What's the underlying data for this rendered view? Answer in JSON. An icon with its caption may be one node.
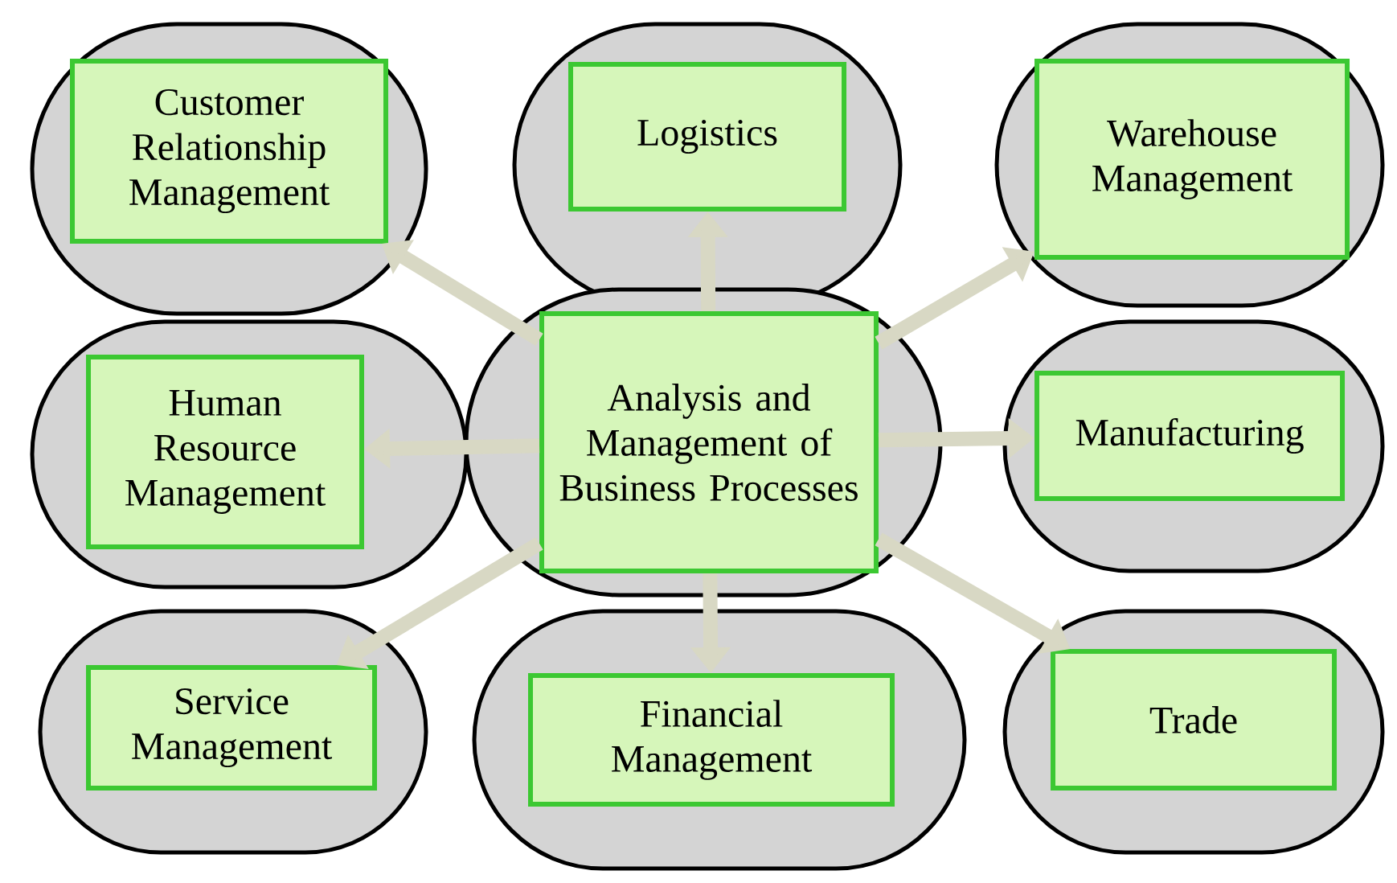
{
  "diagram": {
    "nodes": [
      {
        "text": [
          "Customer Relationship Management"
        ]
      },
      {
        "text": [
          "Logistics"
        ]
      },
      {
        "text": [
          "Warehouse Management"
        ]
      },
      {
        "text": [
          "Human Resource Management"
        ]
      },
      {
        "text": [
          "Analysis and Management of Business Processes"
        ]
      },
      {
        "text": [
          "Manufacturing"
        ]
      },
      {
        "text": [
          "Service Management"
        ]
      },
      {
        "text": [
          "Financial Management"
        ]
      },
      {
        "text": [
          "Trade"
        ]
      }
    ],
    "edges": [
      {
        "from": 4,
        "to": 0,
        "arrow": "to"
      },
      {
        "from": 4,
        "to": 1,
        "arrow": "to"
      },
      {
        "from": 4,
        "to": 2,
        "arrow": "to"
      },
      {
        "from": 4,
        "to": 3,
        "arrow": "to"
      },
      {
        "from": 4,
        "to": 5,
        "arrow": "to"
      },
      {
        "from": 4,
        "to": 6,
        "arrow": "to"
      },
      {
        "from": 4,
        "to": 7,
        "arrow": "to"
      },
      {
        "from": 4,
        "to": 8,
        "arrow": "to"
      }
    ]
  }
}
